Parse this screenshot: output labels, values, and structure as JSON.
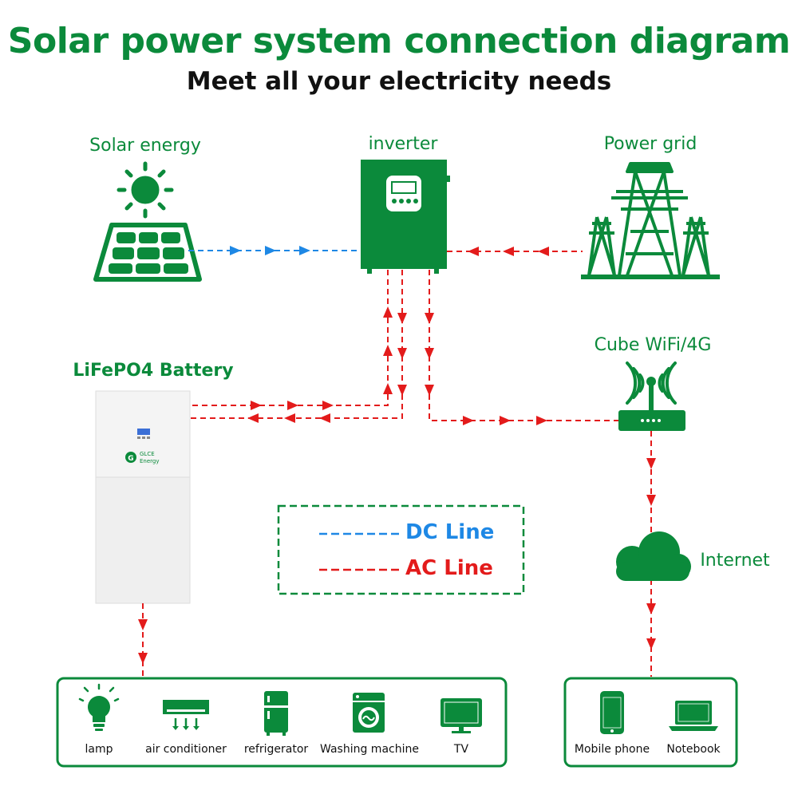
{
  "colors": {
    "green": "#0b8a3b",
    "dc_line": "#1e88e5",
    "ac_line": "#e31b1b",
    "battery_body": "#eeeeee"
  },
  "header": {
    "title": "Solar power system connection diagram",
    "subtitle": "Meet all your electricity needs"
  },
  "nodes": {
    "solar": "Solar energy",
    "inverter": "inverter",
    "grid": "Power grid",
    "battery": "LiFePO4 Battery",
    "wifi": "Cube WiFi/4G",
    "internet": "Internet"
  },
  "battery_brand": {
    "line1": "GLCE",
    "line2": "Energy"
  },
  "legend": {
    "dc": "DC Line",
    "ac": "AC Line"
  },
  "appliances": [
    {
      "label": "lamp",
      "icon": "lamp-icon"
    },
    {
      "label": "air conditioner",
      "icon": "air-conditioner-icon"
    },
    {
      "label": "refrigerator",
      "icon": "refrigerator-icon"
    },
    {
      "label": "Washing machine",
      "icon": "washing-machine-icon"
    },
    {
      "label": "TV",
      "icon": "tv-icon"
    }
  ],
  "devices": [
    {
      "label": "Mobile phone",
      "icon": "mobile-phone-icon"
    },
    {
      "label": "Notebook",
      "icon": "notebook-icon"
    }
  ]
}
